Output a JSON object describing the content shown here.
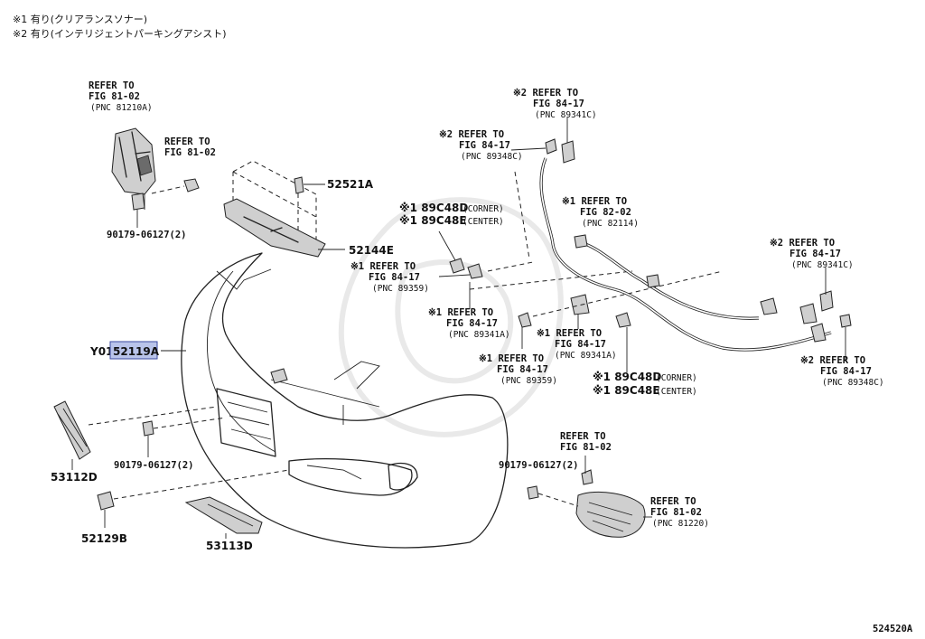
{
  "notes": [
    "※1 有り(クリアランスソナー)",
    "※2 有り(インテリジェントパーキングアシスト)"
  ],
  "labels": {
    "refer_fig_81_02_pnc_81210a": [
      "REFER TO",
      "FIG 81-02",
      "(PNC 81210A)"
    ],
    "refer_fig_81_02_a": [
      "REFER TO",
      "FIG 81-02"
    ],
    "clip_90179_a": "90179-06127(2)",
    "part_52521a": "52521A",
    "part_52144e": "52144E",
    "y01_prefix": "Y01",
    "part_52119a": "52119A",
    "part_53112d": "53112D",
    "clip_90179_b": "90179-06127(2)",
    "part_52129b": "52129B",
    "part_53113d": "53113D",
    "mark_89c48d_a": "※1 89C48D",
    "mark_89c48d_a_sfx": "(CORNER)",
    "mark_89c48e_a": "※1 89C48E",
    "mark_89c48e_a_sfx": "(CENTER)",
    "refer_89359_a": [
      "※1 REFER TO",
      "FIG 84-17",
      "(PNC 89359)"
    ],
    "refer_89341a_a": [
      "※1 REFER TO",
      "FIG 84-17",
      "(PNC 89341A)"
    ],
    "refer_89348c_top": [
      "※2 REFER TO",
      "FIG 84-17",
      "(PNC 89348C)"
    ],
    "refer_89341c_top": [
      "※2 REFER TO",
      "FIG 84-17",
      "(PNC 89341C)"
    ],
    "refer_82114": [
      "※1 REFER TO",
      "FIG 82-02",
      "(PNC 82114)"
    ],
    "refer_89341a_b": [
      "※1 REFER TO",
      "FIG 84-17",
      "(PNC 89341A)"
    ],
    "refer_89359_b": [
      "※1 REFER TO",
      "FIG 84-17",
      "(PNC 89359)"
    ],
    "mark_89c48d_b": "※1 89C48D",
    "mark_89c48d_b_sfx": "(CORNER)",
    "mark_89c48e_b": "※1 89C48E",
    "mark_89c48e_b_sfx": "(CENTER)",
    "refer_89341c_right": [
      "※2 REFER TO",
      "FIG 84-17",
      "(PNC 89341C)"
    ],
    "refer_89348c_right": [
      "※2 REFER TO",
      "FIG 84-17",
      "(PNC 89348C)"
    ],
    "refer_fig_81_02_b": [
      "REFER TO",
      "FIG 81-02"
    ],
    "clip_90179_c": "90179-06127(2)",
    "refer_fig_81_02_pnc_81220": [
      "REFER TO",
      "FIG 81-02",
      "(PNC 81220)"
    ],
    "diagram_id": "524520A"
  },
  "highlight_color": "#b9c4ea"
}
